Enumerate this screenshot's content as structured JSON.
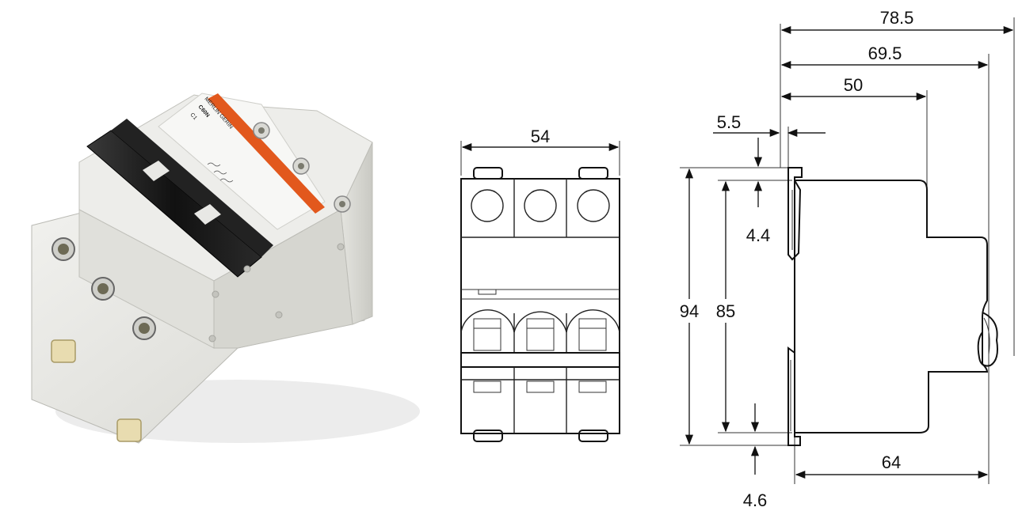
{
  "photo": {
    "brand_text": "MERLIN GERIN",
    "model_text": "C60N",
    "rating_text": "C1"
  },
  "front_view": {
    "width_label": "54"
  },
  "side_view": {
    "depth_total_label": "78.5",
    "depth_body_label": "69.5",
    "depth_front_label": "50",
    "rail_offset_label": "5.5",
    "top_clip_label": "4.4",
    "height_total_label": "94",
    "height_body_label": "85",
    "bottom_clip_label": "4.6",
    "base_depth_label": "64"
  }
}
